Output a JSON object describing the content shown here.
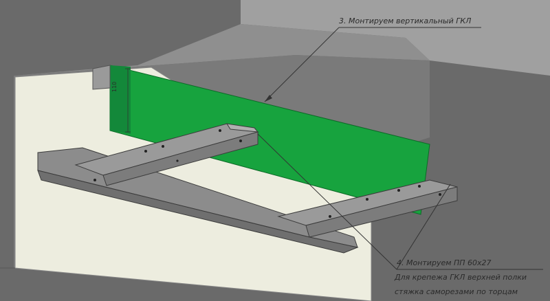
{
  "annotations": {
    "step3": "3. Монтируем вертикальный ГКЛ",
    "step4": "4. Монтируем ПП 60х27",
    "note_line1": "Для крепежа ГКЛ верхней полки",
    "note_line2": "стяжка саморезами по торцам"
  },
  "dimension": {
    "value": "110"
  },
  "colors": {
    "gypsum_board": "#17a33e",
    "wall": "#ededdf",
    "ceiling": "#9c9c9c",
    "background": "#6a6a6a",
    "profile": "#8a8a8a"
  }
}
